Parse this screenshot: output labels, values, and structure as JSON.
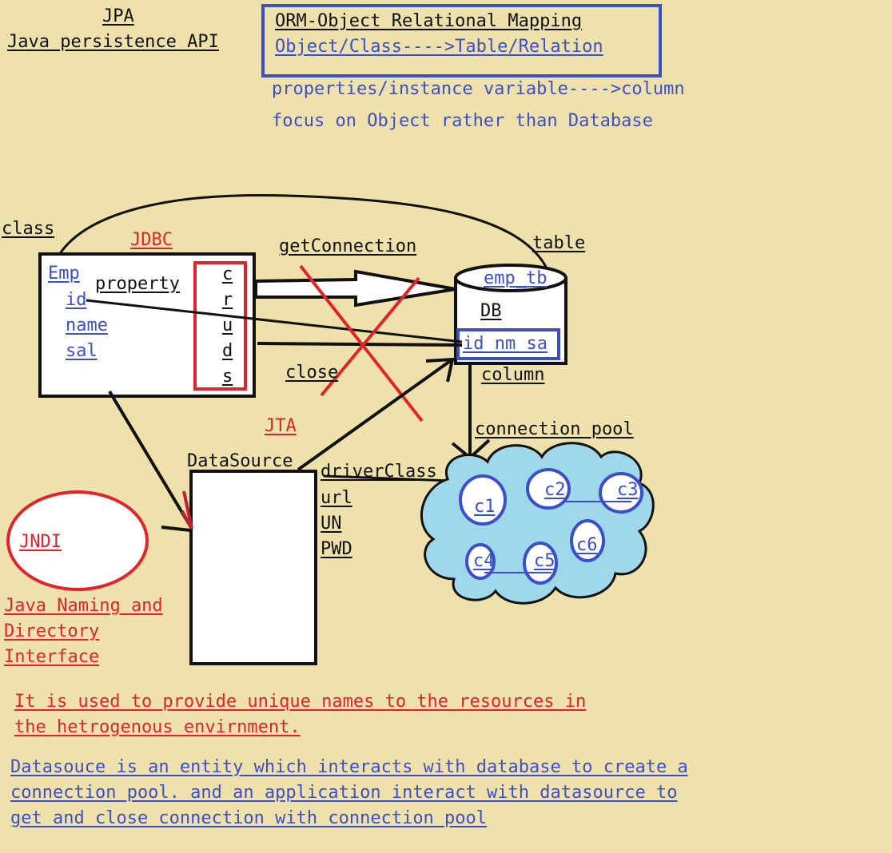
{
  "header": {
    "jpa": "JPA",
    "jpa_full": "Java persistence API",
    "orm_title": "ORM-Object Relational Mapping",
    "orm_mapping": "Object/Class---->Table/Relation",
    "prop_mapping": "properties/instance variable---->column",
    "focus": "focus on Object rather than Database"
  },
  "class_box": {
    "class_label": "class",
    "jdbc_label": "JDBC",
    "entity": "Emp",
    "fields": [
      "id",
      "name",
      "sal"
    ],
    "property_label": "property",
    "crud": [
      "c",
      "r",
      "u",
      "d",
      "s"
    ]
  },
  "arrows": {
    "get_connection": "getConnection",
    "close": "close"
  },
  "db": {
    "table_label": "table",
    "table_name": "emp_tb",
    "db_label": "DB",
    "columns": "id nm sa",
    "column_label": "column"
  },
  "pool": {
    "label": "connection pool",
    "connections": [
      "c1",
      "c2",
      "c3",
      "c4",
      "c5",
      "c6"
    ]
  },
  "datasource": {
    "jta_label": "JTA",
    "label": "DataSource",
    "props": [
      "driverClass",
      "url",
      "UN",
      "PWD"
    ]
  },
  "jndi": {
    "label": "JNDI",
    "full": [
      "Java Naming and",
      "Directory",
      "Interface"
    ]
  },
  "notes": {
    "jndi_note": [
      "It is used to provide unique names to the resources in",
      "the hetrogenous envirnment."
    ],
    "datasource_note": [
      "Datasouce is an entity which interacts with database to create a",
      "connection pool. and an application interact with datasource to",
      "get and close connection with connection pool"
    ]
  },
  "colors": {
    "background": "#efe1ac",
    "blue": "#3b4fc8",
    "red": "#e0242c",
    "cloud": "#9fd8ea"
  }
}
